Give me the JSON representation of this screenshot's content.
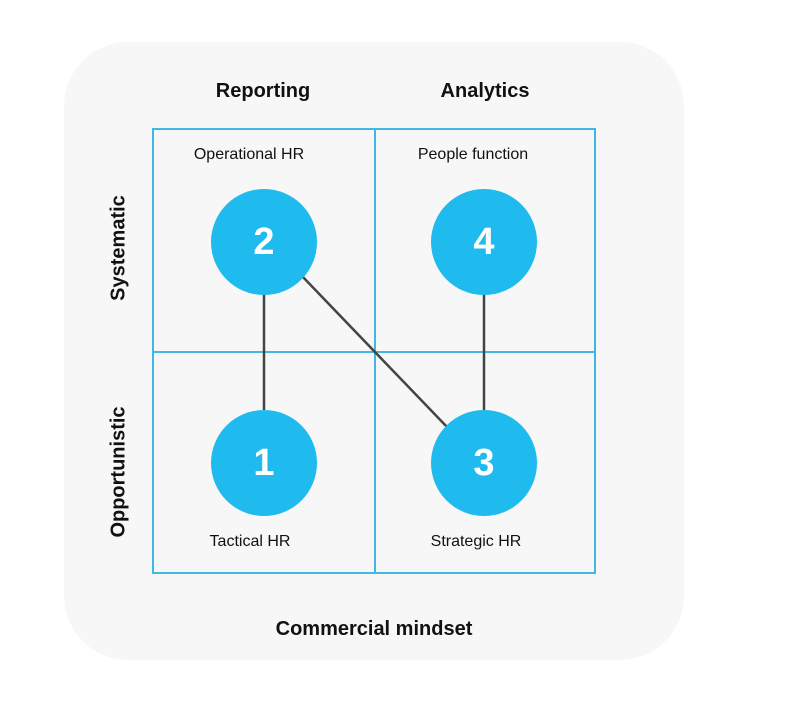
{
  "columns": [
    "Reporting",
    "Analytics"
  ],
  "rows": [
    "Systematic",
    "Opportunistic"
  ],
  "bottom_label": "Commercial mindset",
  "quadrants": {
    "top_left": "Operational HR",
    "top_right": "People function",
    "bottom_left": "Tactical HR",
    "bottom_right": "Strategic HR"
  },
  "nodes": {
    "n1": "1",
    "n2": "2",
    "n3": "3",
    "n4": "4"
  },
  "colors": {
    "node_fill": "#1fbbee",
    "grid_line": "#3fb8e3",
    "card_bg": "#f6f7f6",
    "connector": "#444444"
  }
}
